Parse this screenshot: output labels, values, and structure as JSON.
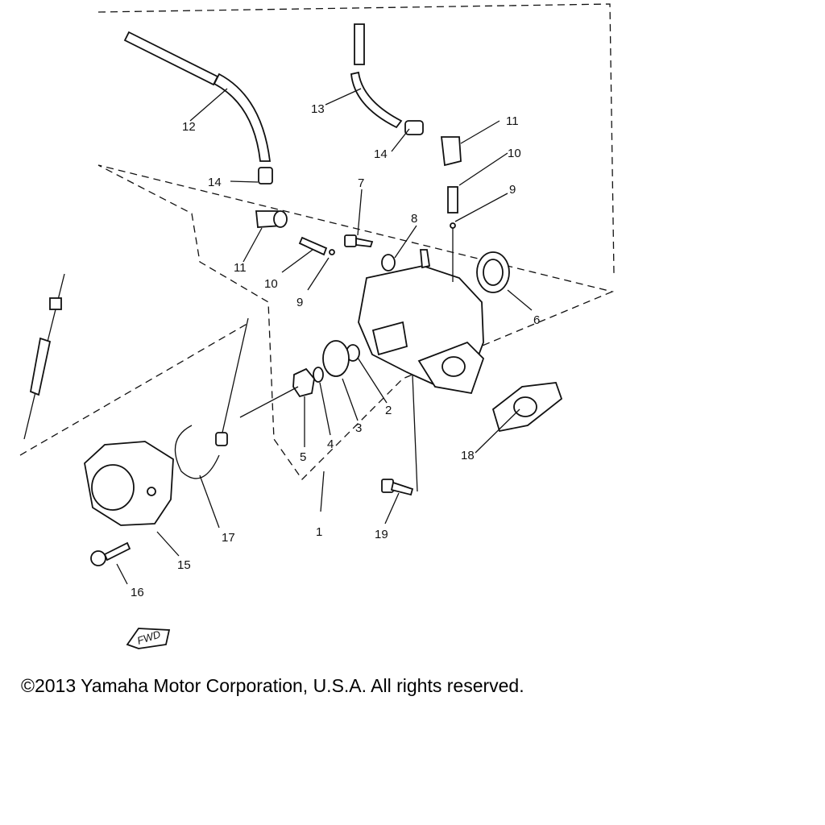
{
  "diagram": {
    "callouts": [
      "1",
      "2",
      "3",
      "4",
      "5",
      "6",
      "7",
      "8",
      "9",
      "10",
      "11",
      "12",
      "13",
      "14",
      "15",
      "16",
      "17",
      "18",
      "19"
    ],
    "fwd_arrow_text": "FWD"
  },
  "footer": {
    "copyright": "©2013 Yamaha Motor Corporation, U.S.A. All rights reserved."
  }
}
